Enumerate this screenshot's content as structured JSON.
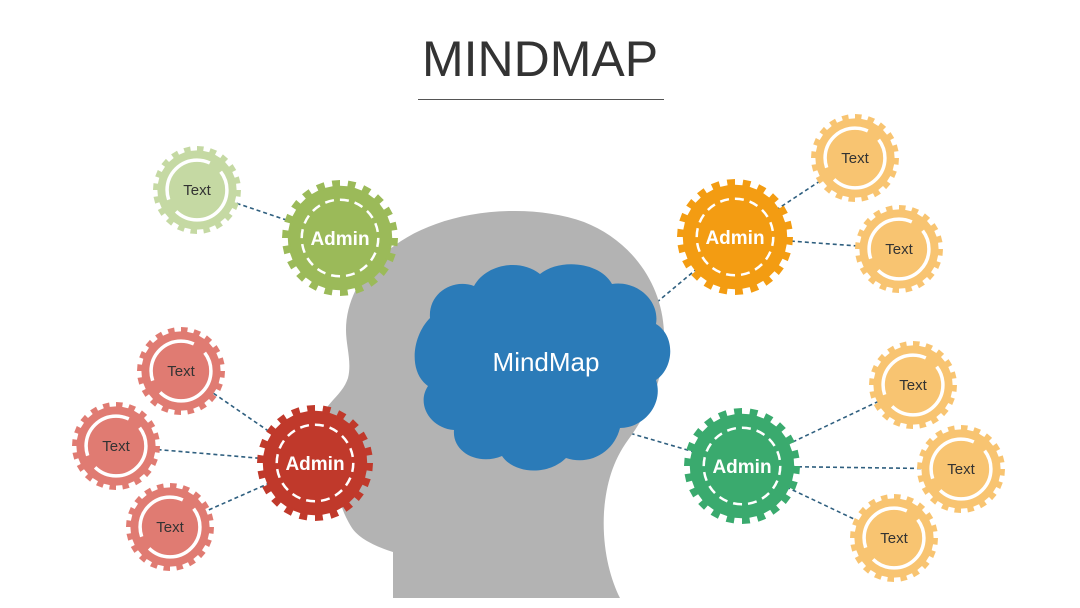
{
  "title": "MINDMAP",
  "center": {
    "label": "MindMap",
    "head_color": "#b3b3b3",
    "brain_color": "#2b7bb8"
  },
  "connector_color": "#2f5f7f",
  "branches": [
    {
      "id": "green",
      "label": "Admin",
      "color": "#9bba59",
      "light": "#c5d9a3",
      "children": [
        "Text"
      ]
    },
    {
      "id": "red",
      "label": "Admin",
      "color": "#c0392b",
      "light": "#e07b72",
      "children": [
        "Text",
        "Text",
        "Text"
      ]
    },
    {
      "id": "orange",
      "label": "Admin",
      "color": "#f39c12",
      "light": "#f8c471",
      "children": [
        "Text",
        "Text"
      ]
    },
    {
      "id": "teal",
      "label": "Admin",
      "color": "#3aaa6e",
      "light": "#f8c471",
      "children": [
        "Text",
        "Text",
        "Text"
      ]
    }
  ]
}
